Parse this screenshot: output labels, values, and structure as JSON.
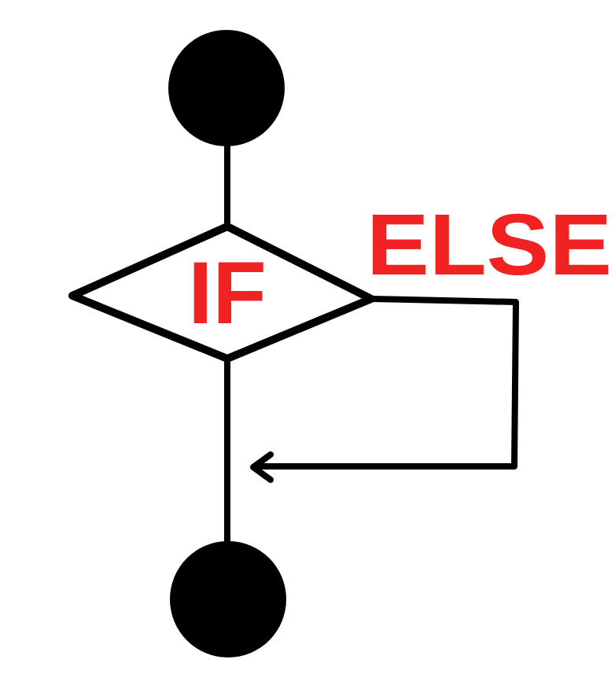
{
  "labels": {
    "if": "IF",
    "else": "ELSE"
  },
  "colors": {
    "stroke": "#000000",
    "label": "#f02222",
    "background": "#ffffff"
  },
  "nodes": [
    {
      "id": "start",
      "shape": "filled-circle"
    },
    {
      "id": "decision",
      "shape": "diamond",
      "label_key": "if"
    },
    {
      "id": "end",
      "shape": "filled-circle"
    }
  ],
  "edges": [
    {
      "from": "start",
      "to": "decision"
    },
    {
      "from": "decision",
      "to": "end",
      "branch": "if"
    },
    {
      "from": "decision",
      "to": "end",
      "branch": "else",
      "label_key": "else",
      "arrowhead": true
    }
  ]
}
